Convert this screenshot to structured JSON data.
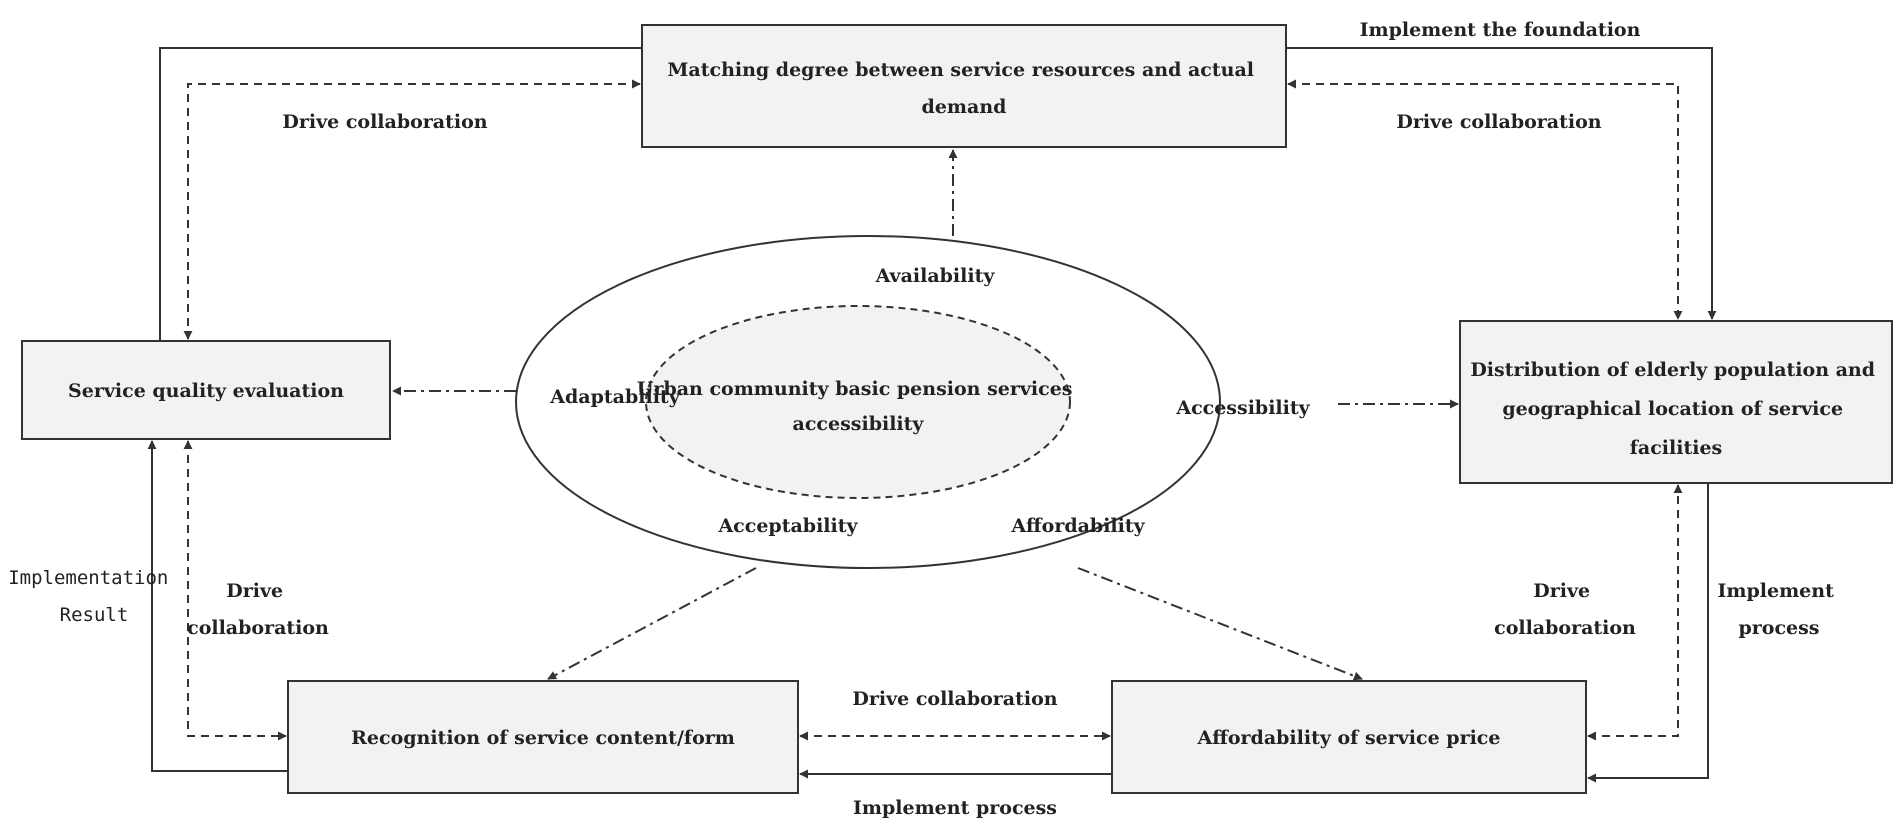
{
  "boxes": {
    "matching": {
      "lines": [
        "Matching degree between service resources and actual",
        "demand"
      ]
    },
    "quality": {
      "lines": [
        "Service quality evaluation"
      ]
    },
    "distribution": {
      "lines": [
        "Distribution of elderly population and",
        "geographical location of service",
        "facilities"
      ]
    },
    "recognition": {
      "lines": [
        "Recognition of service content/form"
      ]
    },
    "price": {
      "lines": [
        "Affordability of service price"
      ]
    }
  },
  "center": {
    "inner_lines": [
      "Urban community basic pension services",
      "accessibility"
    ],
    "availability": "Availability",
    "adaptability": "Adaptability",
    "accessibility": "Accessibility",
    "acceptability": "Acceptability",
    "affordability": "Affordability"
  },
  "labels": {
    "implement_foundation": "Implement the foundation",
    "drive_left_top": "Drive collaboration",
    "drive_right_top": "Drive collaboration",
    "drive_bottom_mid": "Drive collaboration",
    "implement_process_bottom": "Implement process",
    "implementation_result": [
      "Implementation",
      "Result"
    ],
    "drive_left": [
      "Drive",
      "collaboration"
    ],
    "drive_right": [
      "Drive",
      "collaboration"
    ],
    "implement_process_right": [
      "Implement",
      "process"
    ]
  },
  "colors": {
    "box_fill": "#f2f2f2",
    "stroke": "#333333",
    "text": "#222222"
  }
}
